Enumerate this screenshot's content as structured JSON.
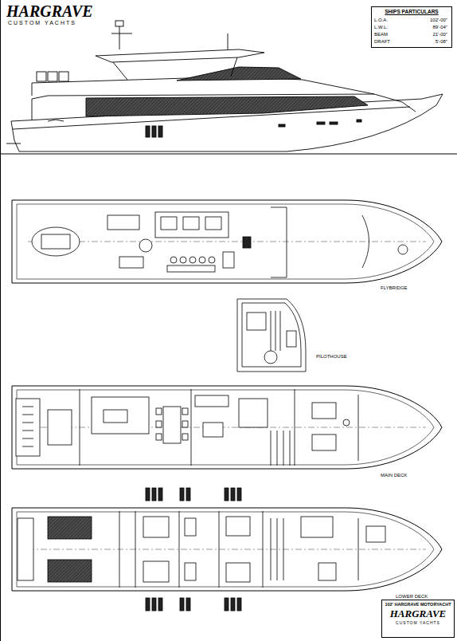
{
  "diagram": {
    "nodes": [
      {
        "text": [
          "SHIPS PARTICULARS"
        ]
      },
      {
        "text": [
          "102' HARGRAVE MOTORYACHT",
          "HARGRAVE",
          "CUSTOM YACHTS"
        ]
      }
    ],
    "edges": [],
    "labels": [
      "HARGRAVE",
      "CUSTOM YACHTS",
      "L.O.A.",
      "102'-00\"",
      "L.W.L.",
      "89'-04\"",
      "BEAM",
      "21'-00\"",
      "DRAFT",
      "5'-08\"",
      "FLYBRIDGE",
      "PILOTHOUSE",
      "MAIN DECK",
      "LOWER DECK"
    ]
  }
}
